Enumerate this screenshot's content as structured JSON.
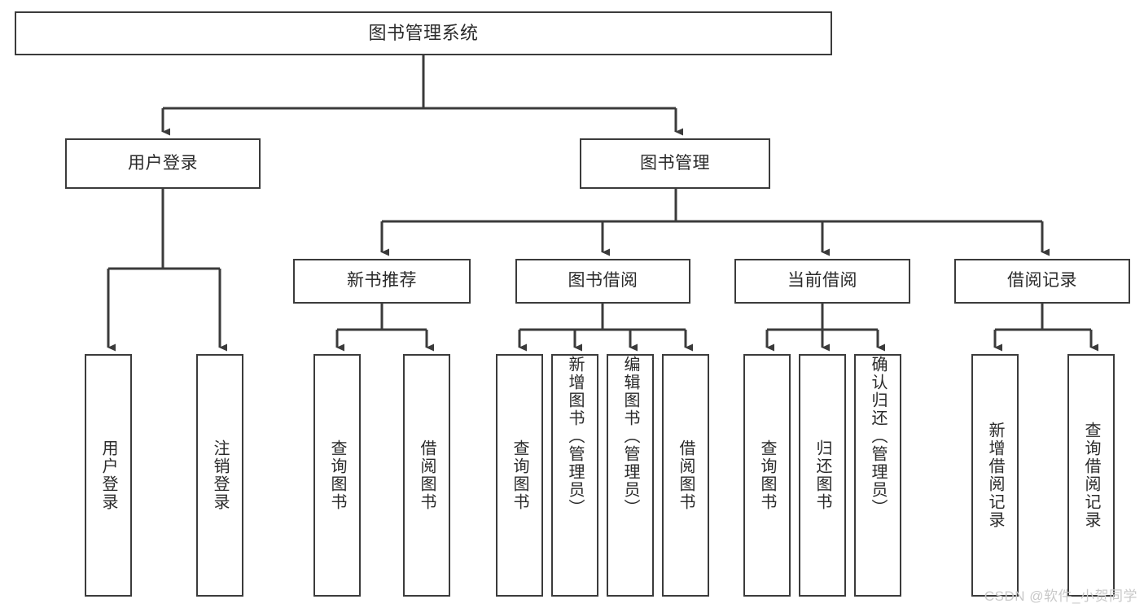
{
  "diagram": {
    "title": "图书管理系统",
    "root": {
      "id": "root",
      "label": "图书管理系统"
    },
    "level1": [
      {
        "id": "user-login",
        "label": "用户登录"
      },
      {
        "id": "book-management",
        "label": "图书管理"
      }
    ],
    "level2": [
      {
        "id": "new-book-recommend",
        "label": "新书推荐"
      },
      {
        "id": "book-borrow",
        "label": "图书借阅"
      },
      {
        "id": "current-borrow",
        "label": "当前借阅"
      },
      {
        "id": "borrow-record",
        "label": "借阅记录"
      }
    ],
    "leaves": {
      "user_login": [
        {
          "id": "leaf-user-login",
          "label": "用户登录"
        },
        {
          "id": "leaf-logout-login",
          "label": "注销登录"
        }
      ],
      "new_book_recommend": [
        {
          "id": "leaf-query-book-1",
          "label": "查询图书"
        },
        {
          "id": "leaf-borrow-book-1",
          "label": "借阅图书"
        }
      ],
      "book_borrow": [
        {
          "id": "leaf-query-book-2",
          "label": "查询图书"
        },
        {
          "id": "leaf-add-book",
          "label": "新增图书（管理员）"
        },
        {
          "id": "leaf-edit-book",
          "label": "编辑图书（管理员）"
        },
        {
          "id": "leaf-borrow-book-2",
          "label": "借阅图书"
        }
      ],
      "current_borrow": [
        {
          "id": "leaf-query-book-3",
          "label": "查询图书"
        },
        {
          "id": "leaf-return-book",
          "label": "归还图书"
        },
        {
          "id": "leaf-confirm-return",
          "label": "确认归还（管理员）"
        }
      ],
      "borrow_record": [
        {
          "id": "leaf-add-record",
          "label": "新增借阅记录"
        },
        {
          "id": "leaf-query-record",
          "label": "查询借阅记录"
        }
      ]
    }
  },
  "watermark": {
    "text": "CSDN @软件_小贺同学"
  },
  "colors": {
    "stroke": "#3b3b3b",
    "background": "#ffffff",
    "text": "#2a2a2a",
    "watermark": "#c9c9c9"
  }
}
